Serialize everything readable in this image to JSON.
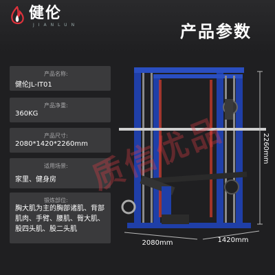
{
  "brand": {
    "name": "健伦",
    "sub": "JIANLUN"
  },
  "page_title": "产品参数",
  "specs": [
    {
      "label": "产品名称:",
      "value": "健伦JL-IT01"
    },
    {
      "label": "产品净重:",
      "value": "360KG"
    },
    {
      "label": "产品尺寸:",
      "value": "2080*1420*2260mm"
    },
    {
      "label": "适用场景:",
      "value": "家里、健身房"
    },
    {
      "label": "锻炼部位:",
      "value": "胸大肌为主的胸部诸肌、背部肌肉、手臂、腰肌、臀大肌、股四头肌、股二头肌"
    }
  ],
  "dimensions": {
    "width": "2080mm",
    "depth": "1420mm",
    "height": "2260mm"
  },
  "watermark": "质信优品",
  "colors": {
    "background": "#1f1f21",
    "card": "#3a3a3c",
    "accent_red": "#e0323c",
    "frame_blue": "#1f3fa8"
  }
}
